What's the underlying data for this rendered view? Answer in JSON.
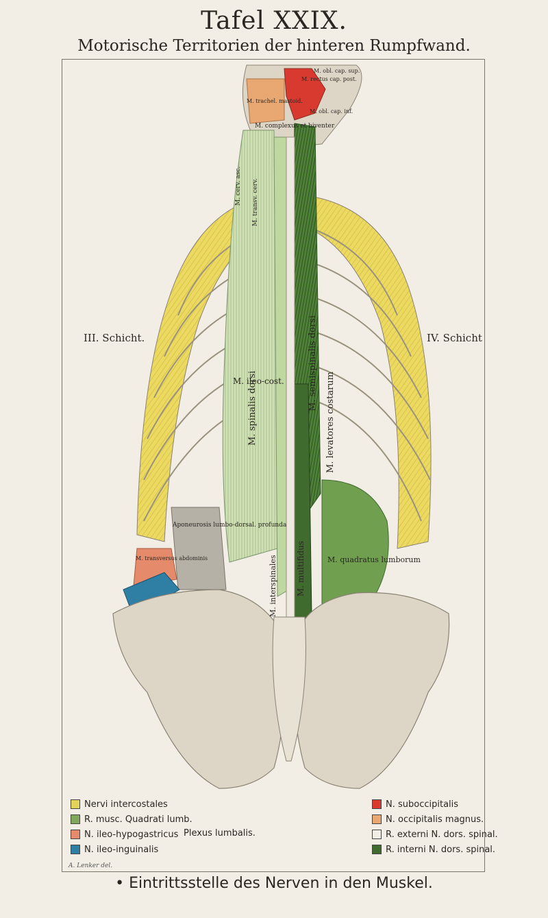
{
  "title": "Tafel XXIX.",
  "subtitle": "Motorische Territorien der hinteren Rumpfwand.",
  "layers": {
    "left": "III. Schicht.",
    "right": "IV. Schicht"
  },
  "muscle_labels": {
    "spinalis_dorsi": "M. spinalis dorsi",
    "ileo_cost": "M. ileo-cost.",
    "semispinalis_dorsi": "M. semispinalis dorsi",
    "levatores_costarum": "M. levatores costarum",
    "multifidus": "M. multifidus",
    "quadratus": "M. quadratus lumborum",
    "interspinales": "M. interspinales",
    "aponeurosis": "Aponeurosis lumbo-dorsal. profunda",
    "transversus": "M. transversus abdominis",
    "complexus": "M. complexus et biventer",
    "cerv_asc": "M. cerv. asc.",
    "trans_cerv": "M. transv. cerv.",
    "trachel": "M. trachel. mastoid.",
    "rectus": "M. rectus cap. post.",
    "obliquus_sup": "M. obl. cap. sup.",
    "obliquus_inf": "M. obl. cap. inf."
  },
  "legend_left": [
    {
      "label": "Nervi intercostales",
      "color": "#e3d35a"
    },
    {
      "label": "R. musc. Quadrati lumb.",
      "color": "#7fa85a"
    },
    {
      "label": "N. ileo-hypogastricus",
      "color": "#e58a6a"
    },
    {
      "label": "N. ileo-inguinalis",
      "color": "#2f7fa5"
    }
  ],
  "plexus": "Plexus lumbalis.",
  "legend_right": [
    {
      "label": "N. suboccipitalis",
      "color": "#d93a2f"
    },
    {
      "label": "N. occipitalis magnus.",
      "color": "#e9a872"
    },
    {
      "label": "R. externi N. dors. spinal.",
      "color": "#f3eee5"
    },
    {
      "label": "R. interni N. dors. spinal.",
      "color": "#3f6b2f"
    }
  ],
  "signature": "A. Lenker del.",
  "footer": "• Eintrittsstelle des Nerven in den Muskel.",
  "colors": {
    "bone": "#ddd6c6",
    "rib_yellow": "#ecd95f",
    "muscle_pale": "#cfe0b4",
    "muscle_green": "#6f9f4f",
    "dark_green": "#3f6b2f",
    "red": "#d93a2f",
    "orange": "#e9a872",
    "salmon": "#e58a6a",
    "blue": "#2f7fa5",
    "aponeurosis": "#b6b1a6"
  }
}
